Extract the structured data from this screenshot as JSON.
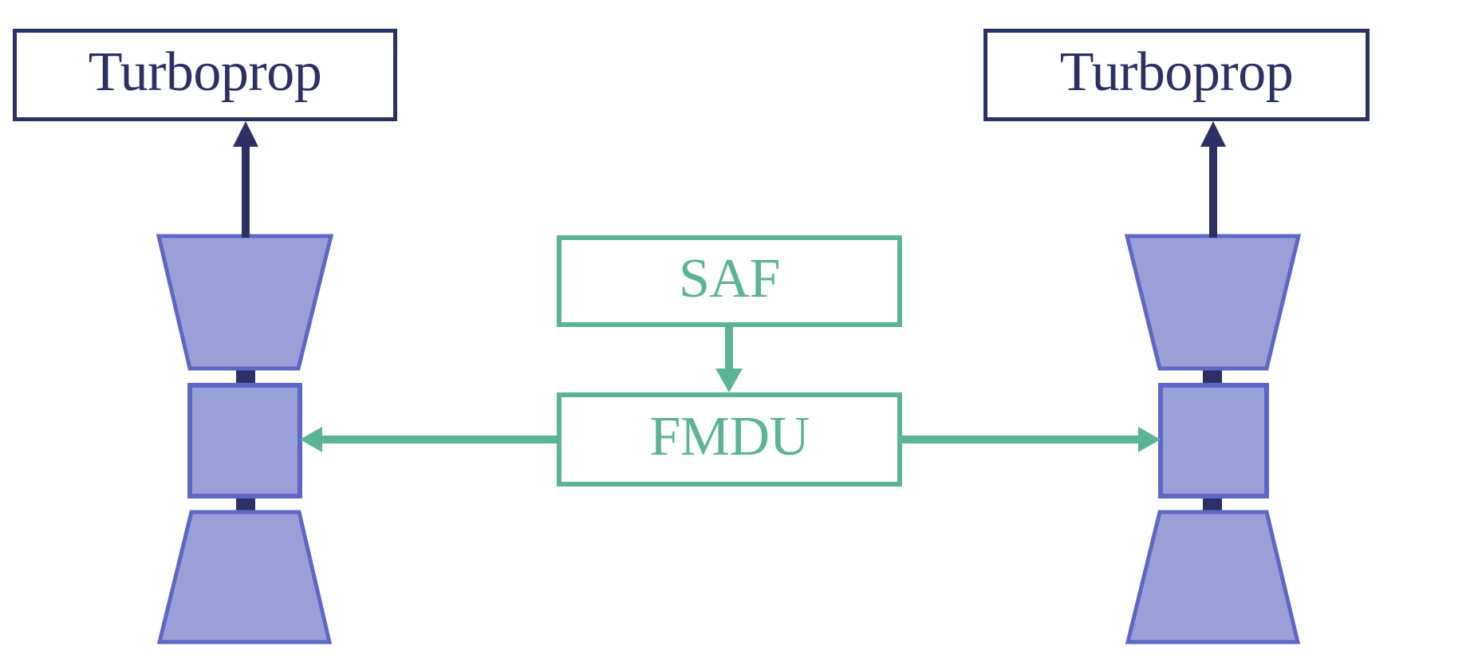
{
  "nodes": {
    "turboprop_left": {
      "label": "Turboprop"
    },
    "turboprop_right": {
      "label": "Turboprop"
    },
    "saf": {
      "label": "SAF"
    },
    "fmdu": {
      "label": "FMDU"
    }
  },
  "connections": [
    {
      "from": "left-engine",
      "to": "turboprop-left",
      "color": "navy",
      "direction": "up"
    },
    {
      "from": "right-engine",
      "to": "turboprop-right",
      "color": "navy",
      "direction": "up"
    },
    {
      "from": "saf",
      "to": "fmdu",
      "color": "green",
      "direction": "down"
    },
    {
      "from": "fmdu",
      "to": "left-engine",
      "color": "green",
      "direction": "left"
    },
    {
      "from": "fmdu",
      "to": "right-engine",
      "color": "green",
      "direction": "right"
    }
  ],
  "colors": {
    "navy": "#2b3065",
    "green": "#5bb495",
    "engine_fill": "#98a0d8",
    "engine_border": "#5d68c6",
    "background": "#ffffff"
  }
}
